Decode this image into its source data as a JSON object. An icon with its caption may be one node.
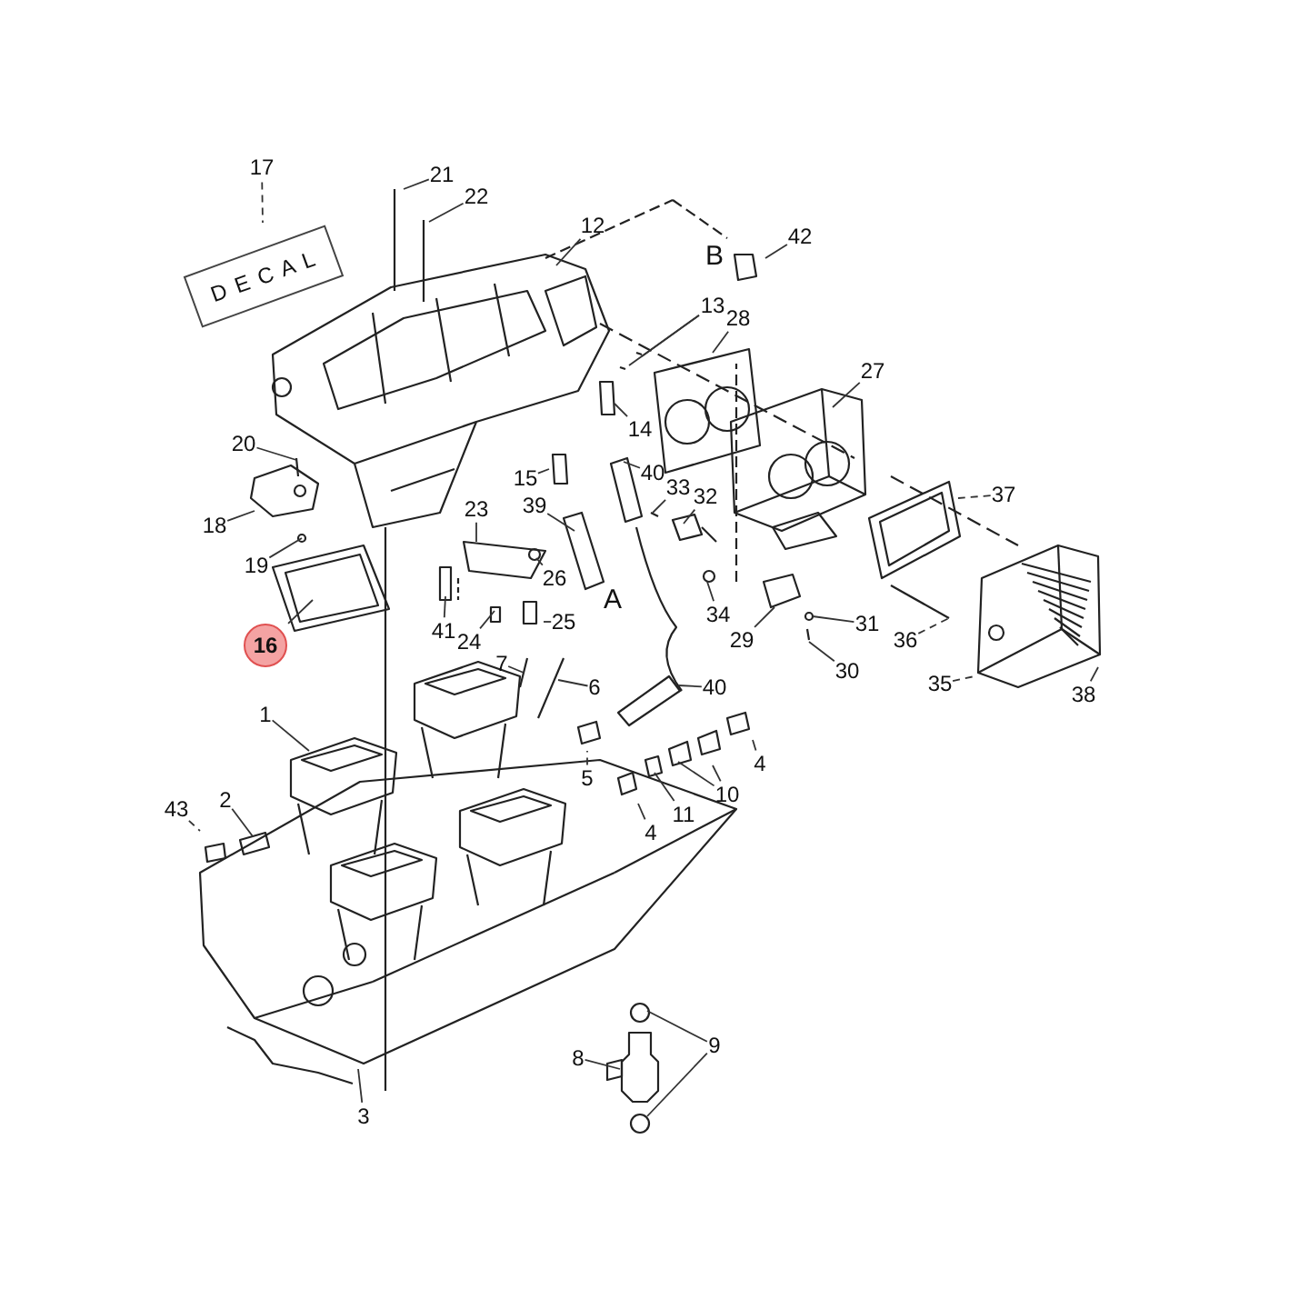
{
  "diagram": {
    "nodes": [
      {
        "text": [
          "17"
        ]
      },
      {
        "text": [
          "D E C A L"
        ]
      },
      {
        "text": [
          "21"
        ]
      },
      {
        "text": [
          "22"
        ]
      },
      {
        "text": [
          "12"
        ]
      },
      {
        "text": [
          "42"
        ]
      },
      {
        "text": [
          "13"
        ]
      },
      {
        "text": [
          "28"
        ]
      },
      {
        "text": [
          "27"
        ]
      },
      {
        "text": [
          "14"
        ]
      },
      {
        "text": [
          "20"
        ]
      },
      {
        "text": [
          "40"
        ]
      },
      {
        "text": [
          "15"
        ]
      },
      {
        "text": [
          "33"
        ]
      },
      {
        "text": [
          "32"
        ]
      },
      {
        "text": [
          "37"
        ]
      },
      {
        "text": [
          "39"
        ]
      },
      {
        "text": [
          "23"
        ]
      },
      {
        "text": [
          "18"
        ]
      },
      {
        "text": [
          "19"
        ]
      },
      {
        "text": [
          "26"
        ]
      },
      {
        "text": [
          "34"
        ]
      },
      {
        "text": [
          "25"
        ]
      },
      {
        "text": [
          "31"
        ]
      },
      {
        "text": [
          "41"
        ]
      },
      {
        "text": [
          "29"
        ]
      },
      {
        "text": [
          "36"
        ]
      },
      {
        "text": [
          "24"
        ]
      },
      {
        "text": [
          "16"
        ]
      },
      {
        "text": [
          "7"
        ]
      },
      {
        "text": [
          "30"
        ]
      },
      {
        "text": [
          "35"
        ]
      },
      {
        "text": [
          "6"
        ]
      },
      {
        "text": [
          "40"
        ]
      },
      {
        "text": [
          "38"
        ]
      },
      {
        "text": [
          "1"
        ]
      },
      {
        "text": [
          "4"
        ]
      },
      {
        "text": [
          "5"
        ]
      },
      {
        "text": [
          "10"
        ]
      },
      {
        "text": [
          "2"
        ]
      },
      {
        "text": [
          "11"
        ]
      },
      {
        "text": [
          "43"
        ]
      },
      {
        "text": [
          "4"
        ]
      },
      {
        "text": [
          "9"
        ]
      },
      {
        "text": [
          "8"
        ]
      },
      {
        "text": [
          "3"
        ]
      }
    ],
    "edges": [
      {
        "from": 0,
        "to": 1,
        "arrow": "none",
        "style": "dashed"
      },
      {
        "from": 2,
        "to": null,
        "arrow": "none"
      },
      {
        "from": 3,
        "to": null,
        "arrow": "none"
      },
      {
        "from": 4,
        "to": null,
        "arrow": "none"
      },
      {
        "from": 5,
        "to": null,
        "arrow": "none"
      },
      {
        "from": 6,
        "to": null,
        "arrow": "none"
      },
      {
        "from": 6,
        "to": null,
        "arrow": "none"
      },
      {
        "from": 7,
        "to": null,
        "arrow": "none"
      },
      {
        "from": 8,
        "to": null,
        "arrow": "none"
      },
      {
        "from": 9,
        "to": null,
        "arrow": "none"
      },
      {
        "from": 10,
        "to": null,
        "arrow": "none"
      },
      {
        "from": 11,
        "to": null,
        "arrow": "none"
      },
      {
        "from": 12,
        "to": null,
        "arrow": "none"
      },
      {
        "from": 13,
        "to": null,
        "arrow": "none"
      },
      {
        "from": 14,
        "to": null,
        "arrow": "none"
      },
      {
        "from": 15,
        "to": null,
        "arrow": "none",
        "style": "dashed"
      },
      {
        "from": 16,
        "to": null,
        "arrow": "none"
      },
      {
        "from": 17,
        "to": null,
        "arrow": "none"
      },
      {
        "from": 18,
        "to": null,
        "arrow": "none"
      },
      {
        "from": 19,
        "to": null,
        "arrow": "none"
      },
      {
        "from": 20,
        "to": null,
        "arrow": "none"
      },
      {
        "from": 21,
        "to": null,
        "arrow": "none"
      },
      {
        "from": 22,
        "to": null,
        "arrow": "none"
      },
      {
        "from": 23,
        "to": null,
        "arrow": "none"
      },
      {
        "from": 24,
        "to": null,
        "arrow": "none"
      },
      {
        "from": 25,
        "to": null,
        "arrow": "none"
      },
      {
        "from": 26,
        "to": null,
        "arrow": "none",
        "style": "dashed"
      },
      {
        "from": 27,
        "to": null,
        "arrow": "none"
      },
      {
        "from": 28,
        "to": null,
        "arrow": "none"
      },
      {
        "from": 29,
        "to": null,
        "arrow": "none"
      },
      {
        "from": 30,
        "to": null,
        "arrow": "none"
      },
      {
        "from": 31,
        "to": null,
        "arrow": "none",
        "style": "dashed"
      },
      {
        "from": 32,
        "to": null,
        "arrow": "none"
      },
      {
        "from": 33,
        "to": null,
        "arrow": "none"
      },
      {
        "from": 34,
        "to": null,
        "arrow": "none"
      },
      {
        "from": 35,
        "to": null,
        "arrow": "none"
      },
      {
        "from": 36,
        "to": null,
        "arrow": "none"
      },
      {
        "from": 37,
        "to": null,
        "arrow": "none",
        "style": "dashed"
      },
      {
        "from": 38,
        "to": null,
        "arrow": "none"
      },
      {
        "from": 38,
        "to": null,
        "arrow": "none"
      },
      {
        "from": 39,
        "to": null,
        "arrow": "none"
      },
      {
        "from": 40,
        "to": null,
        "arrow": "none"
      },
      {
        "from": 41,
        "to": null,
        "arrow": "none",
        "style": "dashed"
      },
      {
        "from": 42,
        "to": null,
        "arrow": "none"
      },
      {
        "from": 43,
        "to": null,
        "arrow": "none"
      },
      {
        "from": 43,
        "to": null,
        "arrow": "none"
      },
      {
        "from": 44,
        "to": null,
        "arrow": "none"
      },
      {
        "from": 45,
        "to": null,
        "arrow": "none"
      }
    ],
    "labels": [
      "B",
      "A"
    ]
  }
}
